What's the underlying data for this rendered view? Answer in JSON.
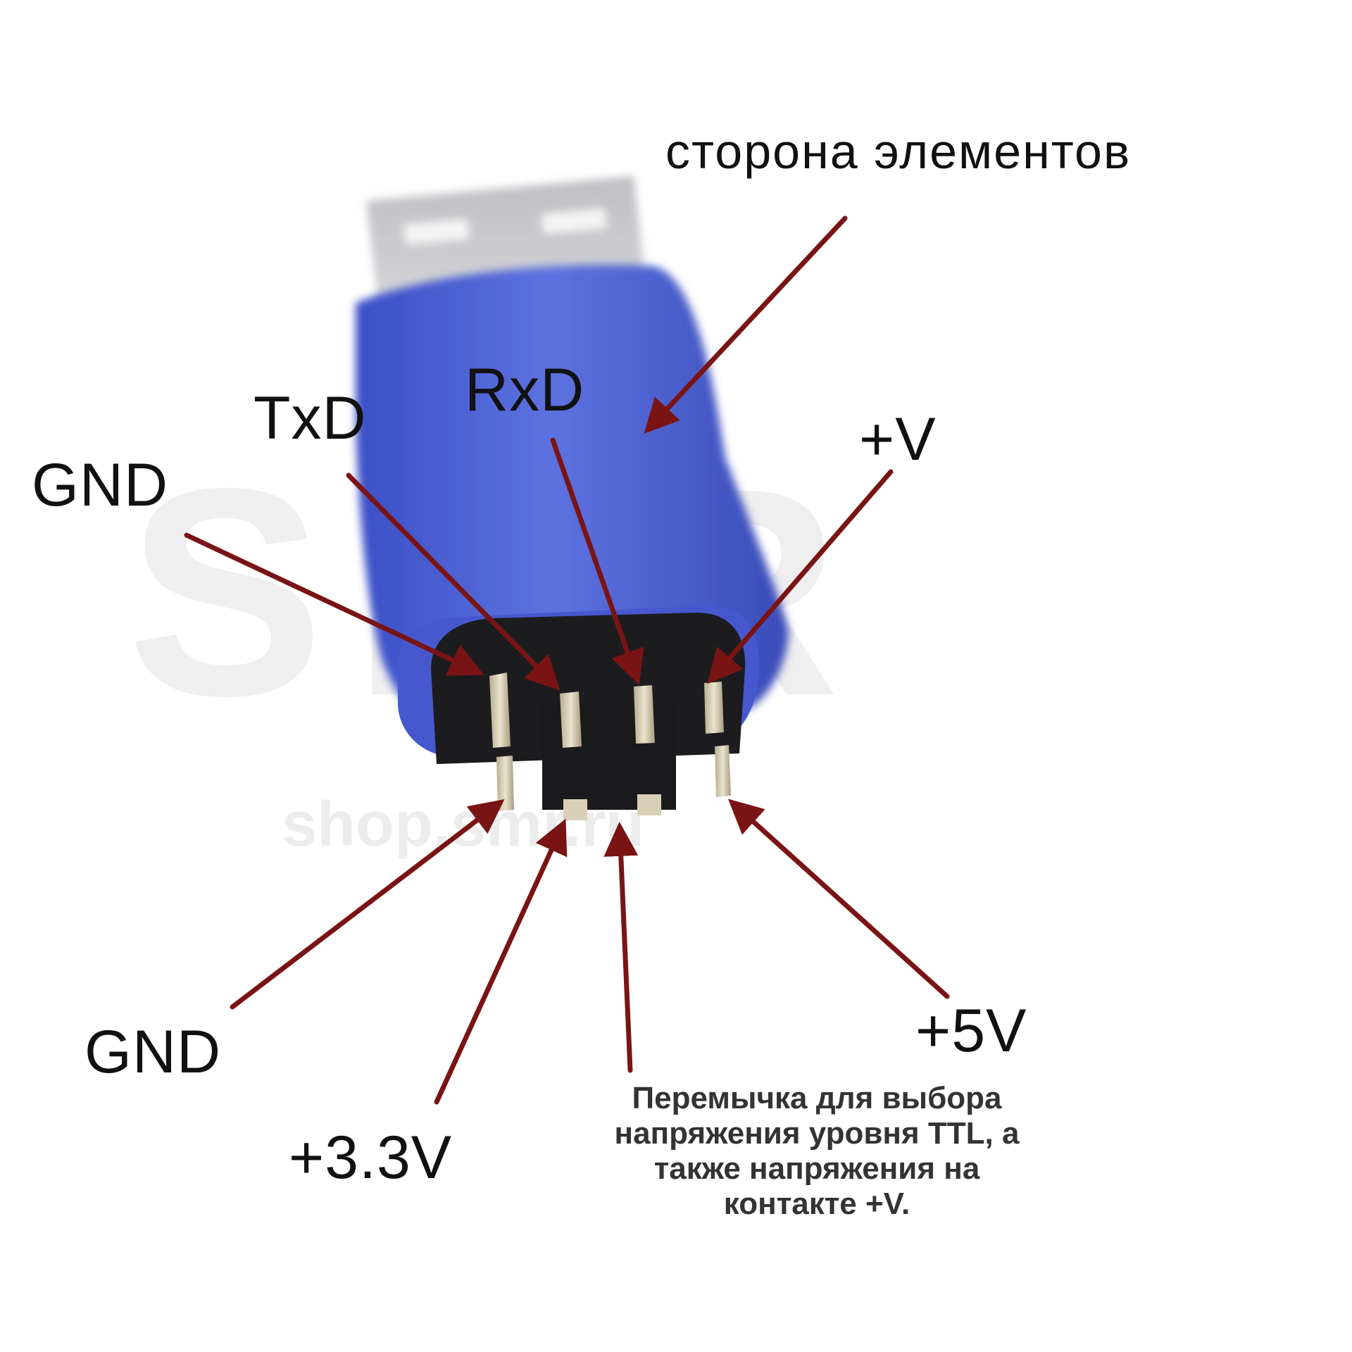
{
  "watermark": {
    "logo": "SMR",
    "site": "shop.smr.ru"
  },
  "labels": {
    "component_side": "сторона элементов",
    "gnd_top": "GND",
    "txd": "TxD",
    "rxd": "RxD",
    "plus_v": "+V",
    "gnd_bottom": "GND",
    "plus_3v3": "+3.3V",
    "plus_5v": "+5V",
    "jumper_note": [
      "Перемычка для выбора",
      "напряжения уровня TTL, а",
      "также напряжения на",
      "контакте +V."
    ]
  },
  "colors": {
    "arrow": "#7a1414",
    "connector_blue": "#4a5fd6",
    "usb_metal": "#c9c9cc",
    "header_black": "#1c1c1f",
    "pin_gold": "#d9cfb6"
  }
}
